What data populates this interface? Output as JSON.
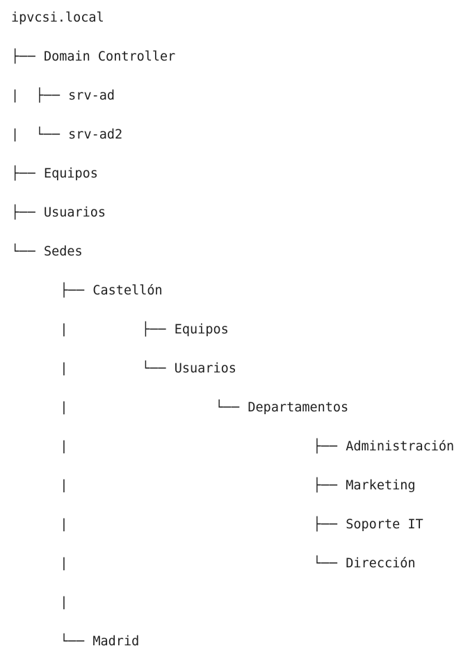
{
  "tree": {
    "lines": [
      {
        "prefix": "",
        "label": "ipvcsi.local"
      },
      {
        "prefix": "├── ",
        "label": "Domain Controller"
      },
      {
        "prefix": "|  ├── ",
        "label": "srv-ad"
      },
      {
        "prefix": "|  └── ",
        "label": "srv-ad2"
      },
      {
        "prefix": "├── ",
        "label": "Equipos"
      },
      {
        "prefix": "├── ",
        "label": "Usuarios"
      },
      {
        "prefix": "└── ",
        "label": "Sedes"
      },
      {
        "prefix": "      ├── ",
        "label": "Castellón"
      },
      {
        "prefix": "      |         ├── ",
        "label": "Equipos"
      },
      {
        "prefix": "      |         └── ",
        "label": "Usuarios"
      },
      {
        "prefix": "      |                  └── ",
        "label": "Departamentos"
      },
      {
        "prefix": "      |                              ├── ",
        "label": "Administración"
      },
      {
        "prefix": "      |                              ├── ",
        "label": "Marketing"
      },
      {
        "prefix": "      |                              ├── ",
        "label": "Soporte IT"
      },
      {
        "prefix": "      |                              └── ",
        "label": "Dirección"
      },
      {
        "prefix": "      |",
        "label": ""
      },
      {
        "prefix": "      └── ",
        "label": "Madrid"
      }
    ]
  }
}
